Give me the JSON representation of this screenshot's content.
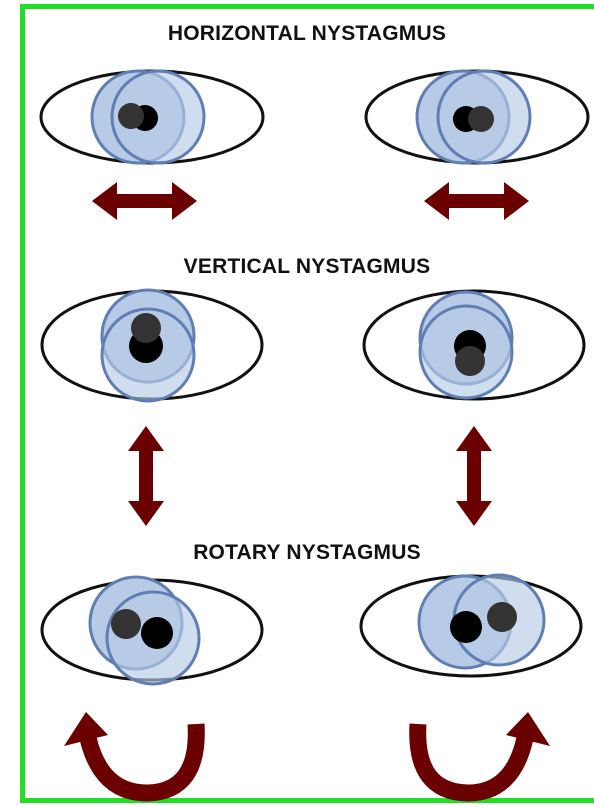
{
  "sections": [
    {
      "id": "horizontal",
      "title": "HORIZONTAL NYSTAGMUS",
      "motion": "horizontal"
    },
    {
      "id": "vertical",
      "title": "VERTICAL NYSTAGMUS",
      "motion": "vertical"
    },
    {
      "id": "rotary",
      "title": "ROTARY NYSTAGMUS",
      "motion": "rotary"
    }
  ],
  "colors": {
    "frame": "#22dd22",
    "iris_fill": "#b7cbe6",
    "iris_stroke": "#5f7fb4",
    "pupil_dark": "#333333",
    "pupil_black": "#000000",
    "arrow": "#6b0000",
    "eye_outline": "#111111"
  }
}
